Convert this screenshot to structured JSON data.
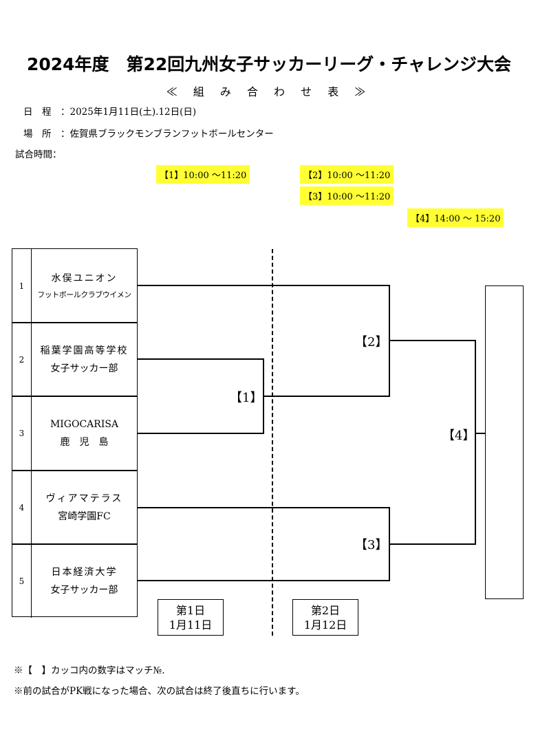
{
  "title": "2024年度　第22回九州女子サッカーリーグ・チャレンジ大会",
  "subtitle": "≪ 組 み 合 わ せ 表 ≫",
  "info": {
    "date_label": "日　程",
    "date_value": "：2025年1月11日(土).12日(日)",
    "venue_label": "場　所",
    "venue_value": "：佐賀県ブラックモンブランフットボールセンター",
    "time_label": "試合時間："
  },
  "match_times": [
    {
      "text": "【1】10:00 ～11:20"
    },
    {
      "text": "【2】10:00 ～11:20"
    },
    {
      "text": "【3】10:00 ～11:20"
    },
    {
      "text": "【4】14:00 ～ 15:20"
    }
  ],
  "teams": [
    {
      "num": "1",
      "line1": "水俣ユニオン",
      "line2": "フットボールクラブウイメン"
    },
    {
      "num": "2",
      "line1": "稲葉学園高等学校",
      "line2": "女子サッカー部"
    },
    {
      "num": "3",
      "line1": "MIGOCARISA",
      "line2": "鹿　児　島"
    },
    {
      "num": "4",
      "line1": "ヴィアマテラス",
      "line2": "宮崎学園FC"
    },
    {
      "num": "5",
      "line1": "日本経済大学",
      "line2": "女子サッカー部"
    }
  ],
  "match_labels": {
    "m1": "【1】",
    "m2": "【2】",
    "m3": "【3】",
    "m4": "【4】"
  },
  "days": [
    {
      "line1": "第1日",
      "line2": "1月11日"
    },
    {
      "line1": "第2日",
      "line2": "1月12日"
    }
  ],
  "notes": [
    "※【　】カッコ内の数字はマッチ№.",
    "※前の試合がPK戦になった場合、次の試合は終了後直ちに行います。"
  ]
}
